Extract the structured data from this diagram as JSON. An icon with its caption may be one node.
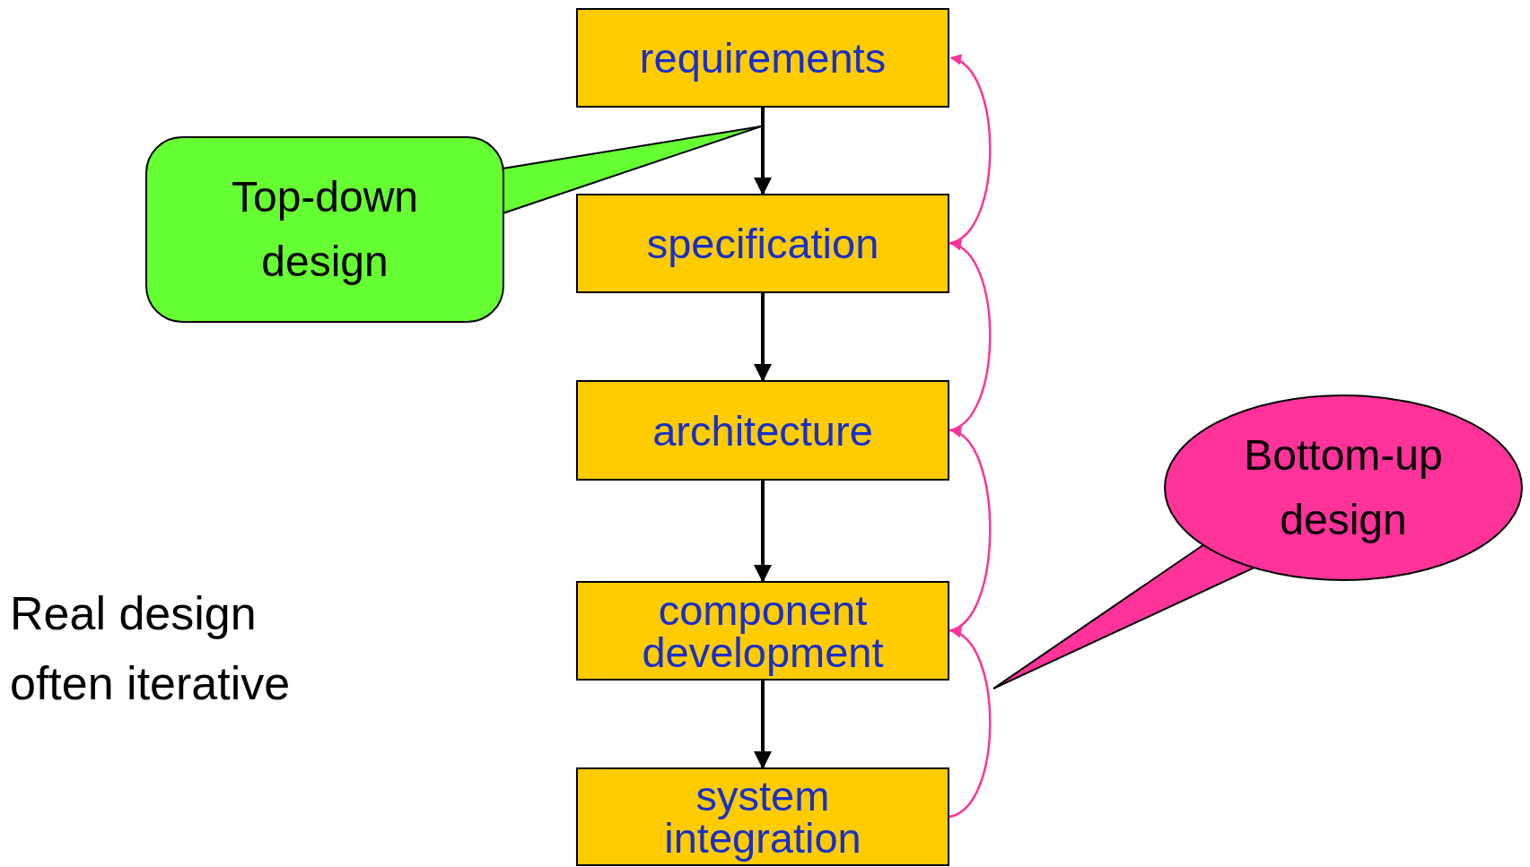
{
  "diagram": {
    "nodes": [
      {
        "text": [
          "requirements"
        ]
      },
      {
        "text": [
          "specification"
        ]
      },
      {
        "text": [
          "architecture"
        ]
      },
      {
        "text": [
          "component development"
        ]
      },
      {
        "text": [
          "system integration"
        ]
      },
      {
        "text": [
          "Top-down design"
        ]
      },
      {
        "text": [
          "Bottom-up design"
        ]
      }
    ],
    "edges": [
      {
        "from": 0,
        "to": 1,
        "arrow": "to"
      },
      {
        "from": 1,
        "to": 2,
        "arrow": "to"
      },
      {
        "from": 2,
        "to": 3,
        "arrow": "to"
      },
      {
        "from": 3,
        "to": 4,
        "arrow": "to"
      },
      {
        "from": 4,
        "to": 3,
        "arrow": "to",
        "color": "#ff3399"
      },
      {
        "from": 3,
        "to": 2,
        "arrow": "to",
        "color": "#ff3399"
      },
      {
        "from": 2,
        "to": 1,
        "arrow": "to",
        "color": "#ff3399"
      },
      {
        "from": 1,
        "to": 0,
        "arrow": "to",
        "color": "#ff3399"
      }
    ],
    "labels": [
      "Real design often iterative"
    ]
  }
}
